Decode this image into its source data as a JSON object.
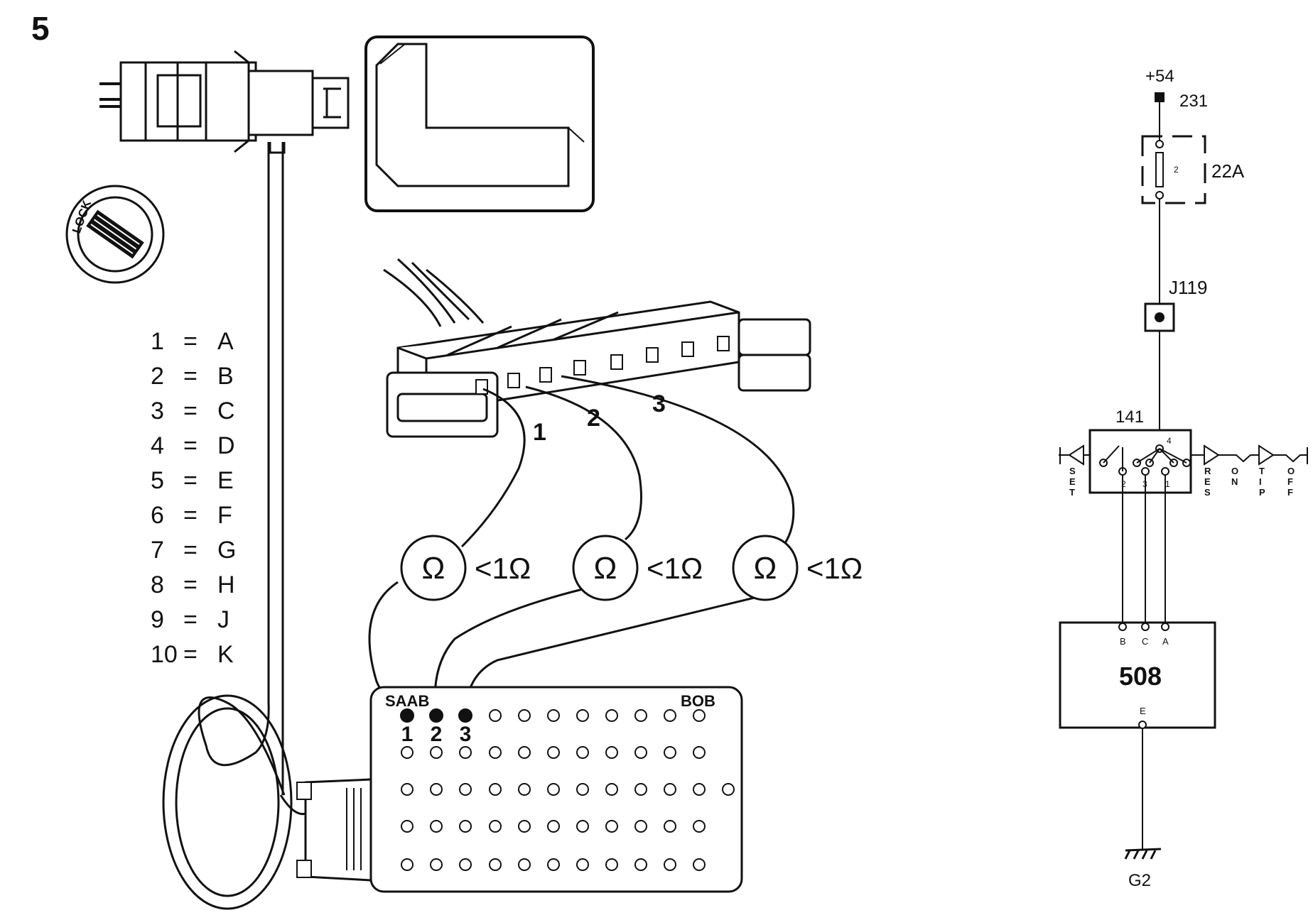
{
  "figure_number": "5",
  "lock_label": "LOCK",
  "pin_map": [
    {
      "pin": "1",
      "letter": "A"
    },
    {
      "pin": "2",
      "letter": "B"
    },
    {
      "pin": "3",
      "letter": "C"
    },
    {
      "pin": "4",
      "letter": "D"
    },
    {
      "pin": "5",
      "letter": "E"
    },
    {
      "pin": "6",
      "letter": "F"
    },
    {
      "pin": "7",
      "letter": "G"
    },
    {
      "pin": "8",
      "letter": "H"
    },
    {
      "pin": "9",
      "letter": "J"
    },
    {
      "pin": "10",
      "letter": "K"
    }
  ],
  "pin_map_separator": "=",
  "connector_pins": [
    "1",
    "2",
    "3"
  ],
  "meters": [
    {
      "symbol": "Ω",
      "reading": "<1Ω"
    },
    {
      "symbol": "Ω",
      "reading": "<1Ω"
    },
    {
      "symbol": "Ω",
      "reading": "<1Ω"
    }
  ],
  "breakout_box": {
    "brand": "SAAB",
    "name": "BOB",
    "pins": [
      "1",
      "2",
      "3"
    ]
  },
  "schematic": {
    "supply": "+54",
    "supply_wire": "231",
    "fuse": "22A",
    "fuse_number": "2",
    "junction": "J119",
    "switch_id": "141",
    "switch_terminals": [
      "2",
      "3",
      "1",
      "4"
    ],
    "left_label": [
      "S",
      "E",
      "T"
    ],
    "right_labels": [
      [
        "R",
        "E",
        "S"
      ],
      [
        "O",
        "N"
      ],
      [
        "T",
        "I",
        "P"
      ],
      [
        "O",
        "F",
        "F"
      ]
    ],
    "module": "508",
    "module_terminals": [
      "B",
      "C",
      "A"
    ],
    "module_ground_terminal": "E",
    "ground": "G2"
  },
  "colors": {
    "ink": "#111111",
    "background": "#ffffff"
  }
}
